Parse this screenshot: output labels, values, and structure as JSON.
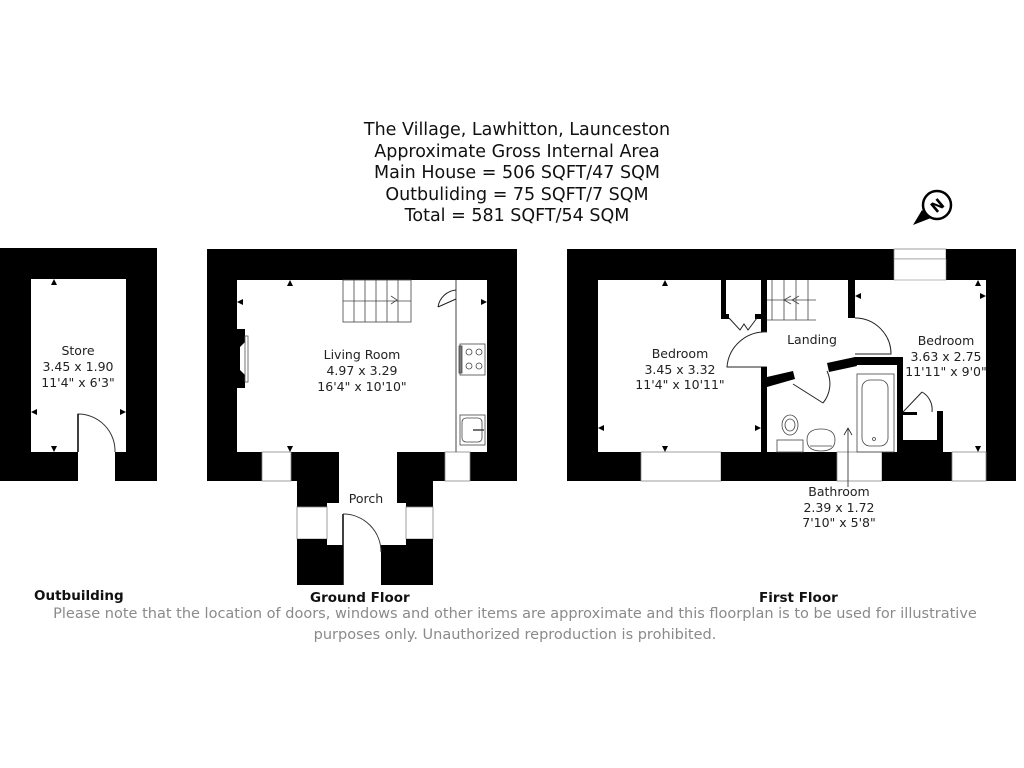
{
  "header": {
    "address": "The Village, Lawhitton, Launceston",
    "subtitle": "Approximate Gross Internal Area",
    "main_house": "Main House = 506 SQFT/47 SQM",
    "outbuilding": "Outbuliding = 75 SQFT/7 SQM",
    "total": "Total = 581 SQFT/54 SQM"
  },
  "compass": {
    "icon": "north-arrow-icon",
    "letter": "N"
  },
  "floors": {
    "outbuilding": {
      "label": "Outbuilding",
      "rooms": [
        {
          "name": "Store",
          "metric": "3.45 x 1.90",
          "imperial": "11'4\" x 6'3\""
        }
      ]
    },
    "ground_floor": {
      "label": "Ground Floor",
      "rooms": [
        {
          "name": "Living Room",
          "metric": "4.97 x 3.29",
          "imperial": "16'4\" x 10'10\""
        },
        {
          "name": "Porch"
        }
      ]
    },
    "first_floor": {
      "label": "First Floor",
      "rooms": [
        {
          "name": "Bedroom",
          "metric": "3.45 x 3.32",
          "imperial": "11'4\" x 10'11\""
        },
        {
          "name": "Landing"
        },
        {
          "name": "Bedroom",
          "metric": "3.63 x 2.75",
          "imperial": "11'11\" x 9'0\""
        },
        {
          "name": "Bathroom",
          "metric": "2.39 x 1.72",
          "imperial": "7'10\" x 5'8\""
        }
      ]
    }
  },
  "disclaimer": {
    "line1": "Please note that the location of doors, windows and other items are approximate and this floorplan is to be used for illustrative",
    "line2": "purposes only. Unauthorized reproduction is prohibited."
  },
  "colors": {
    "wall": "#000000",
    "text": "#111111",
    "disclaimer": "#8a8a8a",
    "background": "#ffffff"
  }
}
